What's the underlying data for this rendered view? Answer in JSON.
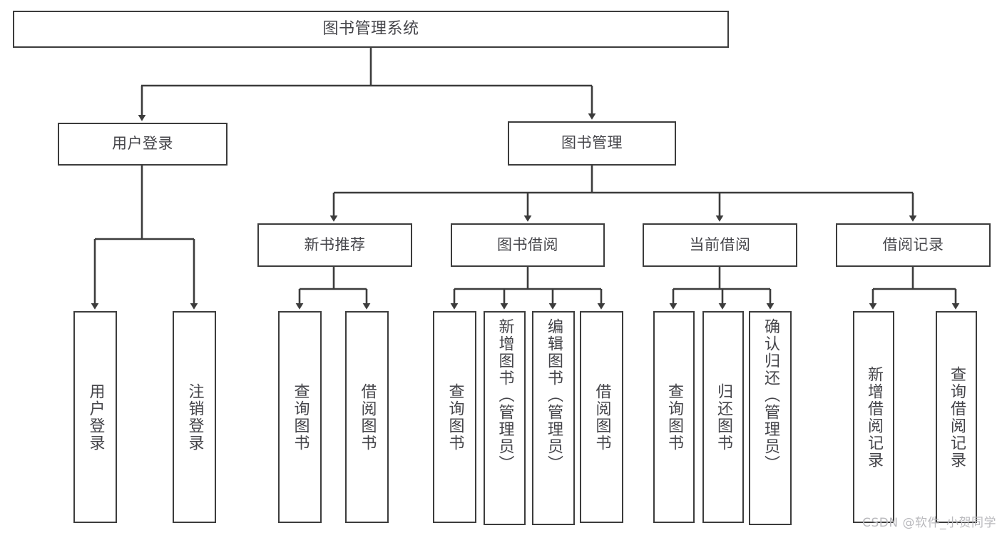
{
  "diagram": {
    "type": "tree",
    "title": "图书管理系统",
    "orientation": "top-down",
    "colors": {
      "box_stroke": "#3c3c3c",
      "box_fill": "#ffffff",
      "text": "#45454a",
      "edge": "#3c3c3c",
      "watermark": "#b9b9bd",
      "background": "#ffffff"
    },
    "root": {
      "label": "图书管理系统"
    },
    "level2": [
      {
        "id": "user-login",
        "label": "用户登录"
      },
      {
        "id": "book-manage",
        "label": "图书管理"
      }
    ],
    "level3": [
      {
        "id": "new-book-rec",
        "label": "新书推荐"
      },
      {
        "id": "book-borrow",
        "label": "图书借阅"
      },
      {
        "id": "current-borrow",
        "label": "当前借阅"
      },
      {
        "id": "borrow-record",
        "label": "借阅记录"
      }
    ],
    "leaves": {
      "user_login": [
        {
          "id": "leaf-user-login",
          "label": "用户登录"
        },
        {
          "id": "leaf-logout",
          "label": "注销登录"
        }
      ],
      "new_book_rec": [
        {
          "id": "leaf-query-book-1",
          "label": "查询图书"
        },
        {
          "id": "leaf-borrow-book-1",
          "label": "借阅图书"
        }
      ],
      "book_borrow": [
        {
          "id": "leaf-query-book-2",
          "label": "查询图书"
        },
        {
          "id": "leaf-add-book",
          "label": "新增图书（管理员）"
        },
        {
          "id": "leaf-edit-book",
          "label": "编辑图书（管理员）"
        },
        {
          "id": "leaf-borrow-book-2",
          "label": "借阅图书"
        }
      ],
      "current_borrow": [
        {
          "id": "leaf-query-book-3",
          "label": "查询图书"
        },
        {
          "id": "leaf-return-book",
          "label": "归还图书"
        },
        {
          "id": "leaf-confirm-return",
          "label": "确认归还（管理员）"
        }
      ],
      "borrow_record": [
        {
          "id": "leaf-add-record",
          "label": "新增借阅记录"
        },
        {
          "id": "leaf-query-record",
          "label": "查询借阅记录"
        }
      ]
    }
  },
  "watermark": {
    "text": "CSDN @软件_小贺同学"
  }
}
